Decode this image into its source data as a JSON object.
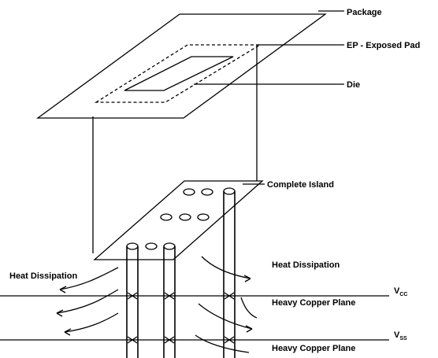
{
  "labels": {
    "package": "Package",
    "ep": "EP - Exposed Pad",
    "die": "Die",
    "complete_island": "Complete Island",
    "heat_left": "Heat Dissipation",
    "heat_right": "Heat Dissipation",
    "copper_plane_1": "Heavy Copper Plane",
    "copper_plane_2": "Heavy Copper Plane",
    "v1": "V",
    "v1_sub": "CC",
    "v2": "V",
    "v2_sub": "SS"
  },
  "colors": {
    "line": "#000000",
    "background": "#ffffff"
  }
}
